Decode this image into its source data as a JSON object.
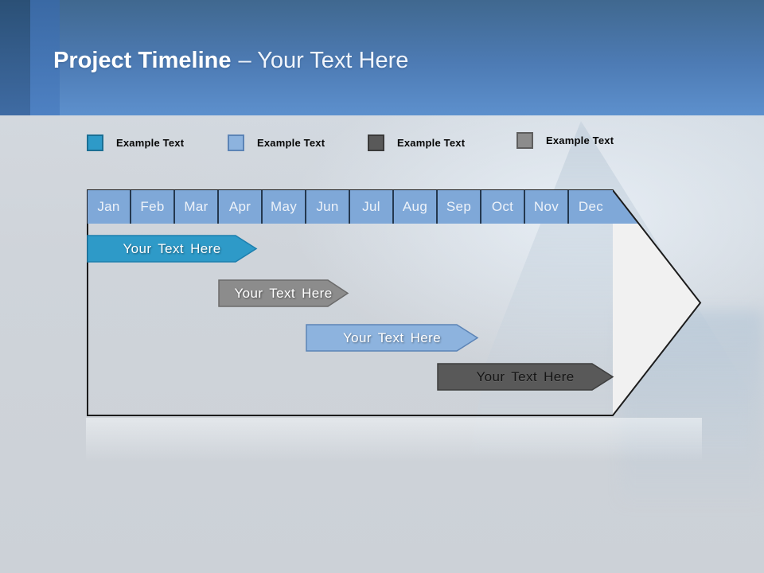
{
  "slide": {
    "title_bold": "Project Timeline",
    "title_rest": "– Your Text Here"
  },
  "legend": {
    "items": [
      {
        "label": "Example Text",
        "color": "#2E9AC8",
        "border": "#1B6F94"
      },
      {
        "label": "Example Text",
        "color": "#8DB3DE",
        "border": "#5C84B6"
      },
      {
        "label": "Example Text",
        "color": "#595959",
        "border": "#3A3A3A"
      },
      {
        "label": "Example Text",
        "color": "#8C8C8C",
        "border": "#5E5E5E"
      }
    ]
  },
  "chart": {
    "months": [
      "Jan",
      "Feb",
      "Mar",
      "Apr",
      "May",
      "Jun",
      "Jul",
      "Aug",
      "Sep",
      "Oct",
      "Nov",
      "Dec"
    ],
    "colors": {
      "month_fill": "#7FA8D8",
      "month_text": "#EDF2F9",
      "column_shade": "#F0F0F1",
      "column_light": "#FFFFFF",
      "arrow_fill": "#F1F1F1",
      "outline": "#1C1C1C"
    },
    "bars": [
      {
        "label": "Your Text Here",
        "color": "#2E9AC8",
        "border": "#1D7FAE",
        "text_color": "#FFFFFF"
      },
      {
        "label": "Your Text Here",
        "color": "#8C8C8C",
        "border": "#6B6B6B",
        "text_color": "#FFFFFF"
      },
      {
        "label": "Your Text Here",
        "color": "#8DB3DE",
        "border": "#5C84B6",
        "text_color": "#FFFFFF"
      },
      {
        "label": "Your Text Here",
        "color": "#595959",
        "border": "#3F3F3F",
        "text_color": "#141414"
      }
    ]
  },
  "chart_data": {
    "type": "bar",
    "subtype": "gantt-timeline",
    "title": "Project Timeline – Your Text Here",
    "categories": [
      "Jan",
      "Feb",
      "Mar",
      "Apr",
      "May",
      "Jun",
      "Jul",
      "Aug",
      "Sep",
      "Oct",
      "Nov",
      "Dec"
    ],
    "tasks": [
      {
        "name": "Your Text Here",
        "start": "Jan",
        "end": "Apr",
        "color": "#2E9AC8"
      },
      {
        "name": "Your Text Here",
        "start": "Apr",
        "end": "Jun",
        "color": "#8C8C8C"
      },
      {
        "name": "Your Text Here",
        "start": "Jun",
        "end": "Sep",
        "color": "#8DB3DE"
      },
      {
        "name": "Your Text Here",
        "start": "Sep",
        "end": "Dec",
        "color": "#595959"
      }
    ],
    "legend_entries": [
      "Example Text",
      "Example Text",
      "Example Text",
      "Example Text"
    ],
    "legend_position": "top",
    "grid": "vertical-month-columns",
    "layout": "right-pointing arrow container"
  }
}
